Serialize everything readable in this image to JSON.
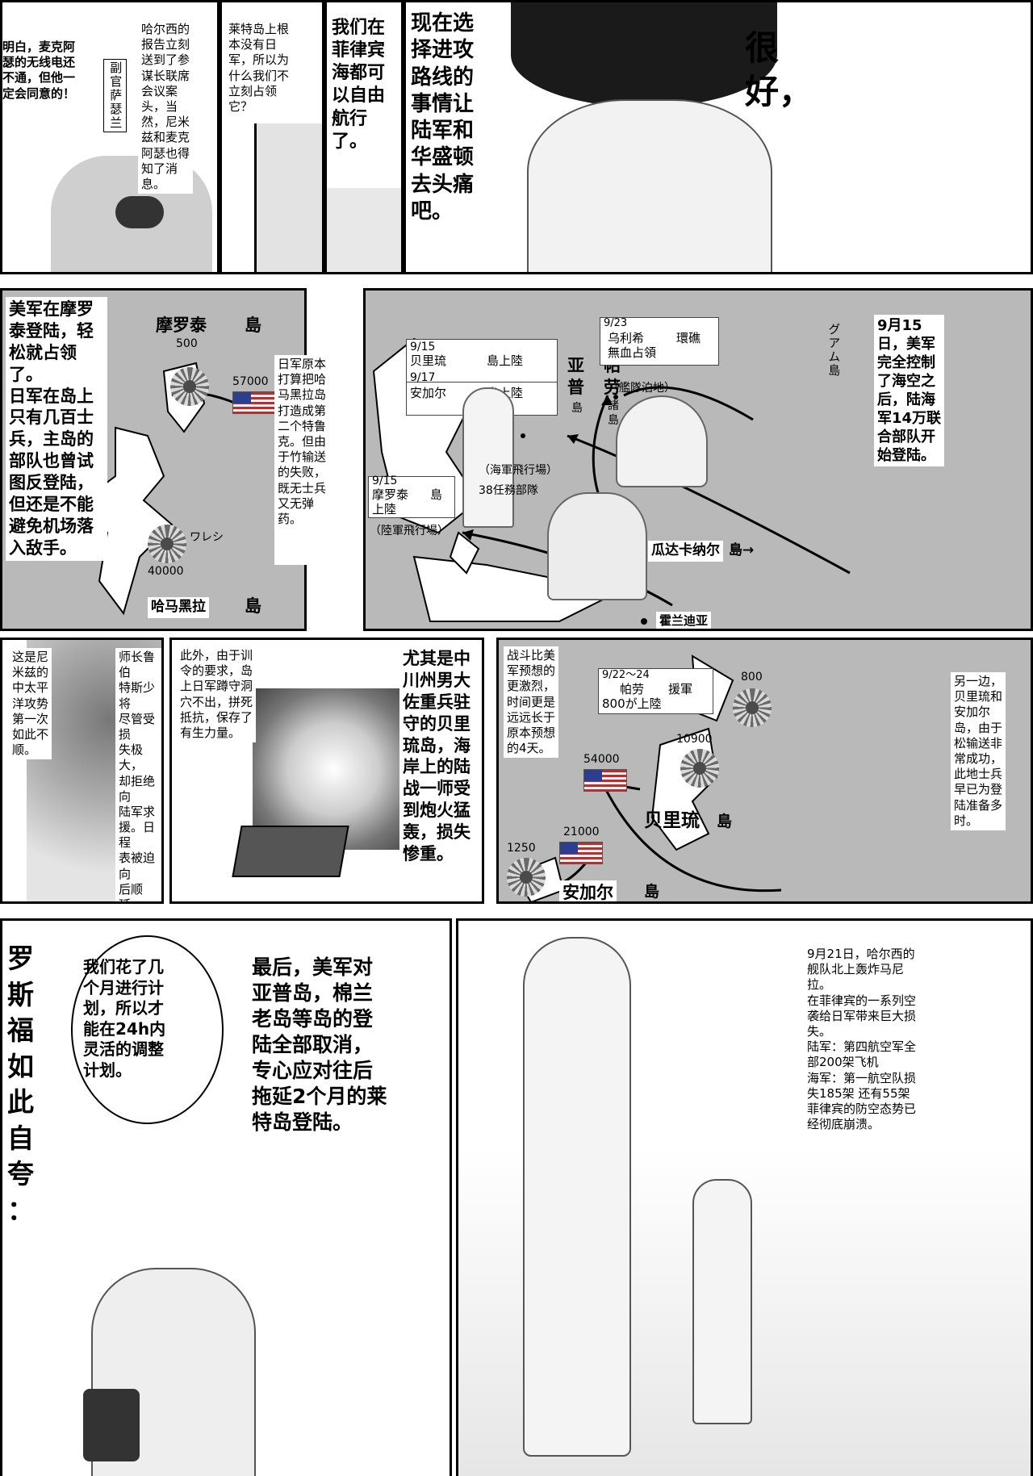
{
  "row1": {
    "p1_left_text": "明白，麦克阿\n瑟的无线电还\n不通，但他一\n定会同意的！",
    "p1_caption": "副官萨瑟兰",
    "p1_right_text": "哈尔西的\n报告立刻\n送到了参\n谋长联席\n会议案\n头，当\n然，尼米\n兹和麦克\n阿瑟也得\n知了消\n息。",
    "p2_text": "莱特岛上根\n本没有日\n军，所以为\n什么我们不\n立刻占领\n它？",
    "p3_text": "我们在\n菲律宾\n海都可\n以自由\n航行\n了。",
    "p4_text": "现在选\n择进攻\n路线的\n事情让\n陆军和\n华盛顿\n去头痛\n吧。",
    "p4_big": "很\n好，"
  },
  "row2": {
    "left_text": "美军在摩罗\n泰登陆，轻\n松就占领\n了。\n日军在岛上\n只有几百士\n兵，主岛的\n部队也曾试\n图反登陆，\n但还是不能\n避免机场落\n入敌手。",
    "left_map": {
      "morotai": "摩罗泰",
      "island": "島",
      "n500": "500",
      "n57000": "57000",
      "n40000": "40000",
      "wasile": "ワレシ",
      "halmahera": "哈马黑拉",
      "island2": "島"
    },
    "mid_text": "日军原本\n打算把哈\n马黑拉岛\n打造成第\n二个特鲁\n克。但由\n于竹输送\n的失败，\n既无士兵\n又无弹\n药。",
    "right_map": {
      "l915_a": "9/15",
      "peleliu": "贝里琉",
      "landing_a": "島上陸",
      "l917": "9/17",
      "angaur": "安加尔",
      "landing_b": "島上陸",
      "palau": "帕\n劳",
      "palau_islands": "諸\n島",
      "l923": "9/23",
      "ulithi": "乌利希",
      "atoll": "環礁",
      "unopposed": "無血占領",
      "yap": "亚\n普",
      "yap_island": "島",
      "anchorage": "（艦隊泊地）",
      "guam": "グアム島",
      "airfield_navy": "（海軍飛行場）",
      "tf38": "38任務部隊",
      "l915_b": "9/15",
      "morotai": "摩罗泰",
      "island": "島",
      "landing_c": "上陸",
      "airfield_army": "（陸軍飛行場）",
      "guadalcanal": "瓜达卡纳尔",
      "island_arrow": "島→",
      "hollandia": "霍兰迪亚"
    },
    "right_text": "9月15\n日，美军\n完全控制\n了海空之\n后，陆海\n军14万联\n合部队开\n始登陆。"
  },
  "row3": {
    "t1": "这是尼\n米兹的\n中太平\n洋攻势\n第一次\n如此不\n顺。",
    "t2": "师长鲁伯\n特斯少将\n尽管受损\n失极大，\n却拒绝向\n陆军求\n援。日程\n表被迫向\n后顺延。",
    "t3": "此外，由于训\n令的要求，岛\n上日军蹲守洞\n穴不出，拼死\n抵抗，保存了\n有生力量。",
    "t4": "尤其是中\n川州男大\n佐重兵驻\n守的贝里\n琉岛，海\n岸上的陆\n战一师受\n到炮火猛\n轰，损失\n惨重。",
    "t5": "战斗比美\n军预想的\n更激烈，\n时间更是\n远远长于\n原本预想\n的4天。",
    "map": {
      "date": "9/22～24",
      "palau": "帕劳",
      "reinforce": "援軍",
      "landed": "800が上陸",
      "n800": "800",
      "n10900": "10900",
      "n54000": "54000",
      "peleliu": "贝里琉",
      "island": "島",
      "n21000": "21000",
      "n1250": "1250",
      "angaur": "安加尔",
      "island2": "島"
    },
    "t6": "另一边，\n贝里琉和\n安加尔\n岛，由于\n松输送非\n常成功，\n此地士兵\n早已为登\n陆准备多\n时。"
  },
  "row4": {
    "vertical": "罗\n斯\n福\n如\n此\n自\n夸\n：",
    "bubble": "我们花了几\n个月进行计\n划，所以才\n能在24h内\n灵活的调整\n计划。",
    "big": "最后，美军对\n亚普岛，棉兰\n老岛等岛的登\n陆全部取消，\n专心应对往后\n拖延2个月的莱\n特岛登陆。",
    "right_text": "9月21日，哈尔西的\n舰队北上轰炸马尼\n拉。\n在菲律宾的一系列空\n袭给日军带来巨大损\n失。\n陆军：第四航空军全\n部200架飞机\n海军：第一航空队损\n失185架 还有55架\n菲律宾的防空态势已\n经彻底崩溃。"
  }
}
